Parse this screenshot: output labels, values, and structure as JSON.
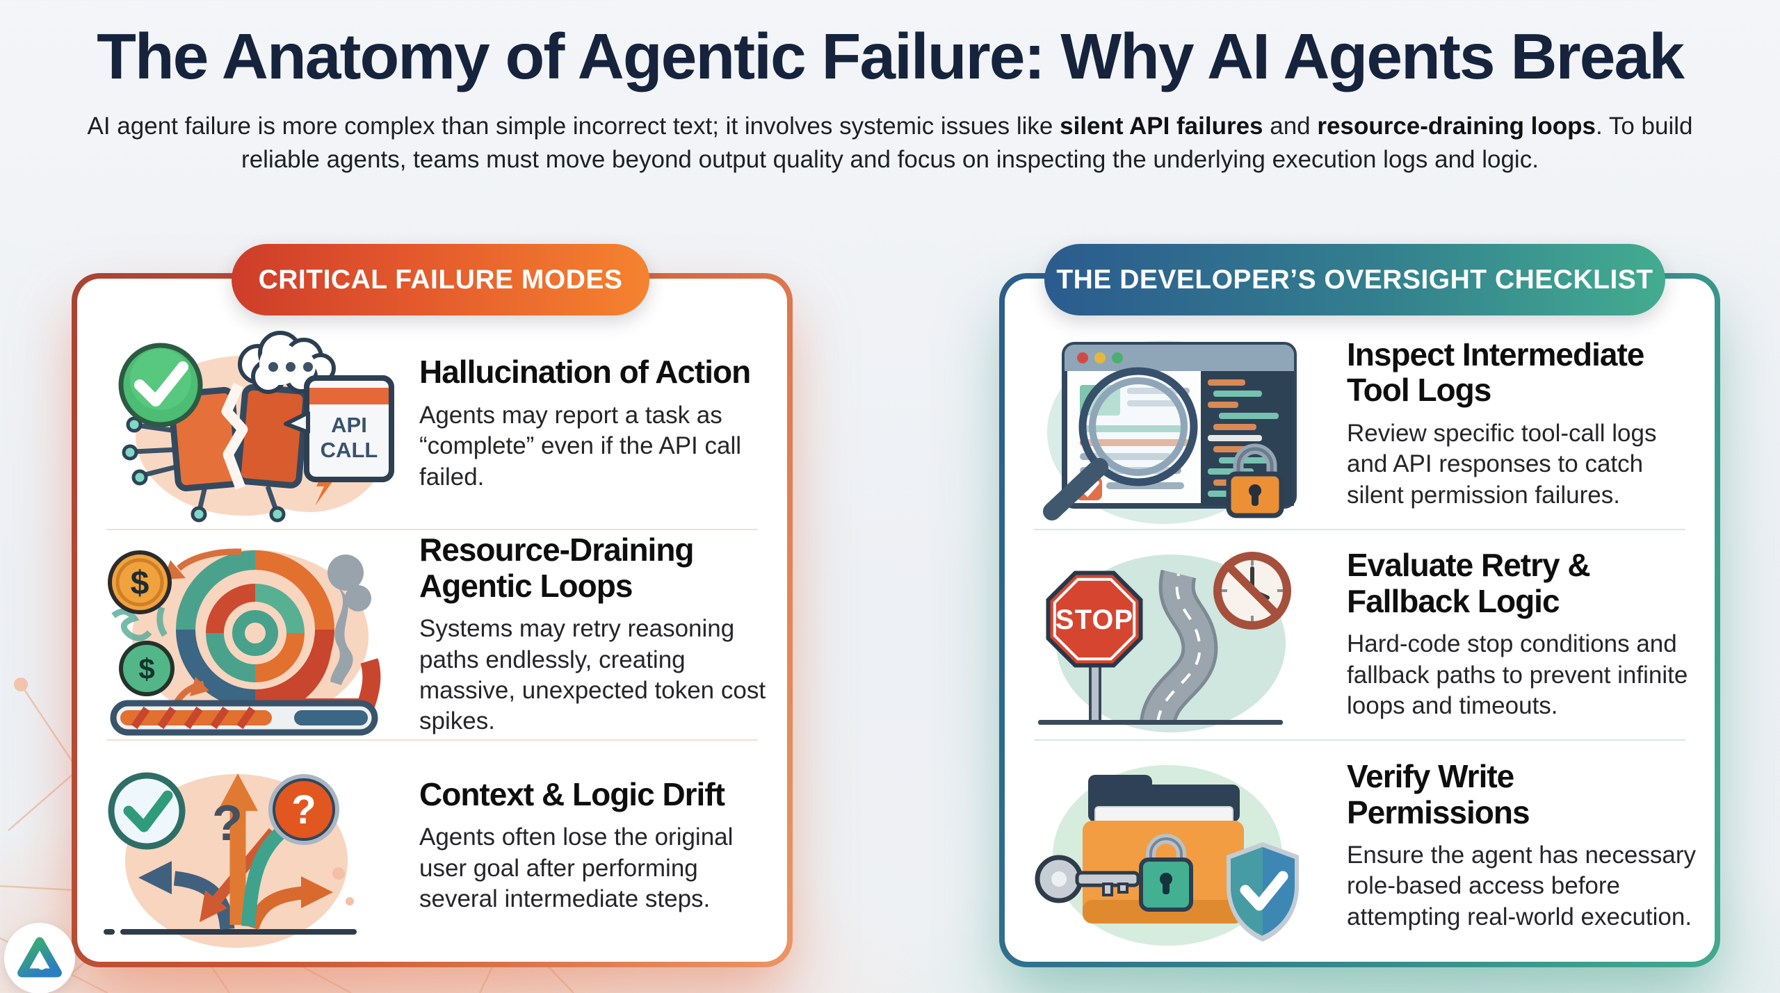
{
  "page": {
    "title": "The Anatomy of Agentic Failure: Why AI Agents Break",
    "title_color": "#16233c",
    "subtitle": {
      "pre": "AI agent failure is more complex than simple incorrect text; it involves systemic issues like ",
      "bold1": "silent API failures",
      "mid": " and ",
      "bold2": "resource-draining loops",
      "post": ". To build reliable agents, teams must move beyond output quality and focus on inspecting the underlying execution logs and logic."
    }
  },
  "left_panel": {
    "header": "CRITICAL FAILURE MODES",
    "accent": "#d84a2b",
    "items": [
      {
        "title": "Hallucination of Action",
        "description": "Agents may report a task as “complete” even if the API call failed."
      },
      {
        "title": "Resource-Draining Agentic Loops",
        "description": "Systems may retry reasoning paths endlessly, creating massive, unexpected token cost spikes."
      },
      {
        "title": "Context & Logic Drift",
        "description": "Agents often lose the original user goal after performing several intermediate steps."
      }
    ],
    "icon_text": {
      "api_line1": "API",
      "api_line2": "CALL",
      "dollar": "$",
      "question_mark": "?"
    }
  },
  "right_panel": {
    "header": "THE DEVELOPER’S OVERSIGHT CHECKLIST",
    "accent": "#35848c",
    "items": [
      {
        "title": "Inspect Intermediate Tool Logs",
        "description": "Review specific tool-call logs and API responses to catch silent permission failures."
      },
      {
        "title": "Evaluate Retry & Fallback Logic",
        "description": "Hard-code stop conditions and fallback paths to prevent infinite loops and timeouts."
      },
      {
        "title": "Verify Write Permissions",
        "description": "Ensure the agent has necessary role-based access before attempting real-world execution."
      }
    ],
    "icon_text": {
      "stop_sign": "STOP"
    }
  }
}
